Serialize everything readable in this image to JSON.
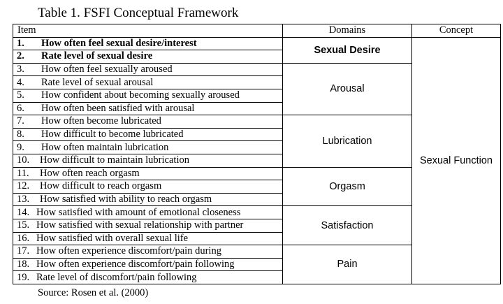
{
  "caption": "Table 1.  FSFI Conceptual Framework",
  "headers": {
    "item": "Item",
    "domains": "Domains",
    "concept": "Concept"
  },
  "items": [
    {
      "num": "1.",
      "text": "How often feel sexual desire/interest",
      "bold": true
    },
    {
      "num": "2.",
      "text": "Rate level of sexual desire",
      "bold": true
    },
    {
      "num": "3.",
      "text": "How often feel sexually aroused",
      "bold": false
    },
    {
      "num": "4.",
      "text": "Rate level of sexual arousal",
      "bold": false
    },
    {
      "num": "5.",
      "text": "How confident about becoming sexually aroused",
      "bold": false
    },
    {
      "num": "6.",
      "text": "How often been satisfied with arousal",
      "bold": false
    },
    {
      "num": "7.",
      "text": "How often become lubricated",
      "bold": false
    },
    {
      "num": "8.",
      "text": "How difficult to become lubricated",
      "bold": false
    },
    {
      "num": "9.",
      "text": "How often maintain lubrication",
      "bold": false
    },
    {
      "num": "10.",
      "text": "How difficult to maintain lubrication",
      "bold": false
    },
    {
      "num": "11.",
      "text": "How often reach orgasm",
      "bold": false
    },
    {
      "num": "12.",
      "text": "How difficult to reach orgasm",
      "bold": false
    },
    {
      "num": "13.",
      "text": "How satisfied with ability to reach orgasm",
      "bold": false
    },
    {
      "num": "14.",
      "text": "How satisfied with amount of emotional closeness",
      "bold": false
    },
    {
      "num": "15.",
      "text": "How satisfied with sexual relationship with partner",
      "bold": false
    },
    {
      "num": "16.",
      "text": "How satisfied with overall sexual life",
      "bold": false
    },
    {
      "num": "17.",
      "text": "How often experience discomfort/pain during",
      "bold": false
    },
    {
      "num": "18.",
      "text": "How often experience discomfort/pain following",
      "bold": false
    },
    {
      "num": "19.",
      "text": "Rate level of discomfort/pain following",
      "bold": false
    }
  ],
  "domains": [
    {
      "label": "Sexual Desire",
      "bold": true
    },
    {
      "label": "Arousal",
      "bold": false
    },
    {
      "label": "Lubrication",
      "bold": false
    },
    {
      "label": "Orgasm",
      "bold": false
    },
    {
      "label": "Satisfaction",
      "bold": false
    },
    {
      "label": "Pain",
      "bold": false
    }
  ],
  "concept": "Sexual Function",
  "source": "Source: Rosen et al. (2000)"
}
